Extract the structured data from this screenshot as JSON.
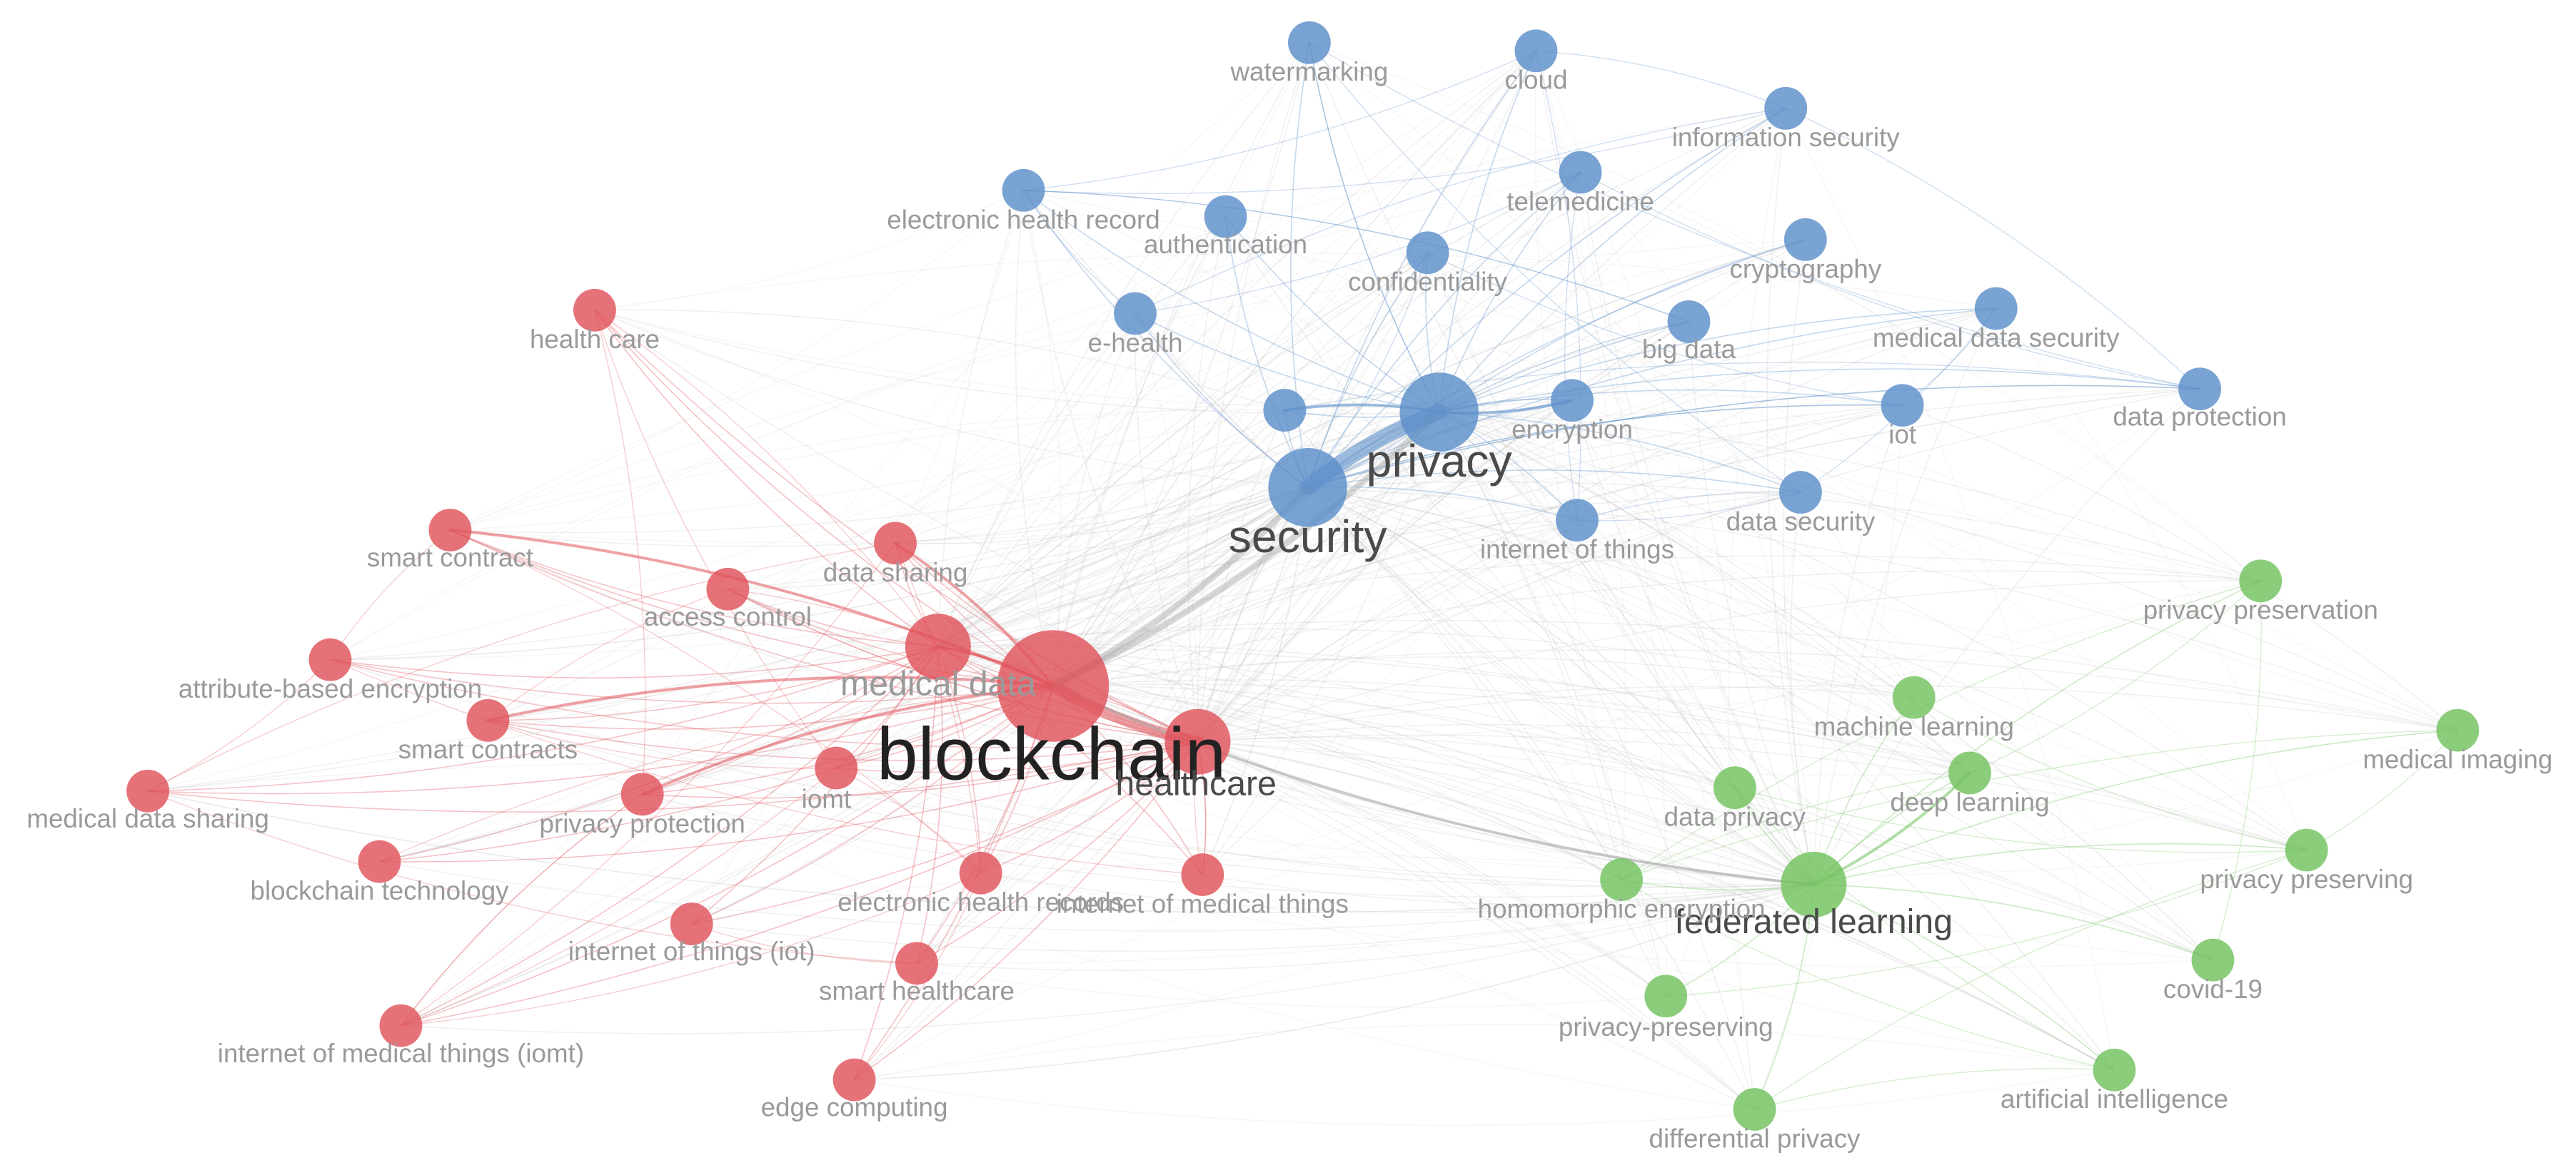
{
  "clusters": {
    "red": {
      "color": "#e0535b"
    },
    "blue": {
      "color": "#5b8fc9"
    },
    "green": {
      "color": "#71c25e"
    }
  },
  "nodes": {
    "blockchain": {
      "label": "blockchain",
      "cluster": "red",
      "weight": 5
    },
    "medical_data": {
      "label": "medical data",
      "cluster": "red",
      "weight": 2
    },
    "healthcare": {
      "label": "healthcare",
      "cluster": "red",
      "weight": 2
    },
    "health_care": {
      "label": "health care",
      "cluster": "red",
      "weight": 1
    },
    "smart_contract": {
      "label": "smart contract",
      "cluster": "red",
      "weight": 1
    },
    "access_control": {
      "label": "access control",
      "cluster": "red",
      "weight": 1
    },
    "data_sharing": {
      "label": "data sharing",
      "cluster": "red",
      "weight": 1
    },
    "attribute_based_encryption": {
      "label": "attribute-based encryption",
      "cluster": "red",
      "weight": 1
    },
    "smart_contracts": {
      "label": "smart contracts",
      "cluster": "red",
      "weight": 1
    },
    "medical_data_sharing": {
      "label": "medical data sharing",
      "cluster": "red",
      "weight": 1
    },
    "privacy_protection": {
      "label": "privacy protection",
      "cluster": "red",
      "weight": 1
    },
    "iomt": {
      "label": "iomt",
      "cluster": "red",
      "weight": 1
    },
    "blockchain_technology": {
      "label": "blockchain technology",
      "cluster": "red",
      "weight": 1
    },
    "electronic_health_records": {
      "label": "electronic health records",
      "cluster": "red",
      "weight": 1
    },
    "internet_of_medical_things": {
      "label": "internet of medical things",
      "cluster": "red",
      "weight": 1
    },
    "internet_of_things_iot": {
      "label": "internet of things (iot)",
      "cluster": "red",
      "weight": 1
    },
    "smart_healthcare": {
      "label": "smart healthcare",
      "cluster": "red",
      "weight": 1
    },
    "internet_of_medical_things_iomt": {
      "label": "internet of medical things (iomt)",
      "cluster": "red",
      "weight": 1
    },
    "edge_computing": {
      "label": "edge computing",
      "cluster": "red",
      "weight": 1
    },
    "privacy": {
      "label": "privacy",
      "cluster": "blue",
      "weight": 4
    },
    "security": {
      "label": "security",
      "cluster": "blue",
      "weight": 4
    },
    "watermarking": {
      "label": "watermarking",
      "cluster": "blue",
      "weight": 1
    },
    "cloud": {
      "label": "cloud",
      "cluster": "blue",
      "weight": 1
    },
    "information_security": {
      "label": "information security",
      "cluster": "blue",
      "weight": 1
    },
    "electronic_health_record": {
      "label": "electronic health record",
      "cluster": "blue",
      "weight": 1
    },
    "authentication": {
      "label": "authentication",
      "cluster": "blue",
      "weight": 1
    },
    "telemedicine": {
      "label": "telemedicine",
      "cluster": "blue",
      "weight": 1
    },
    "confidentiality": {
      "label": "confidentiality",
      "cluster": "blue",
      "weight": 1
    },
    "cryptography": {
      "label": "cryptography",
      "cluster": "blue",
      "weight": 1
    },
    "e_health": {
      "label": "e-health",
      "cluster": "blue",
      "weight": 1
    },
    "big_data": {
      "label": "big data",
      "cluster": "blue",
      "weight": 1
    },
    "medical_data_security": {
      "label": "medical data security",
      "cluster": "blue",
      "weight": 1
    },
    "encryption": {
      "label": "encryption",
      "cluster": "blue",
      "weight": 1
    },
    "iot": {
      "label": "iot",
      "cluster": "blue",
      "weight": 1
    },
    "data_protection": {
      "label": "data protection",
      "cluster": "blue",
      "weight": 1
    },
    "internet_of_things": {
      "label": "internet of things",
      "cluster": "blue",
      "weight": 1
    },
    "data_security": {
      "label": "data security",
      "cluster": "blue",
      "weight": 1
    },
    "unlabeled_blue": {
      "label": "",
      "cluster": "blue",
      "weight": 1
    },
    "federated_learning": {
      "label": "federated learning",
      "cluster": "green",
      "weight": 2
    },
    "privacy_preservation": {
      "label": "privacy preservation",
      "cluster": "green",
      "weight": 1
    },
    "machine_learning": {
      "label": "machine learning",
      "cluster": "green",
      "weight": 1
    },
    "medical_imaging": {
      "label": "medical imaging",
      "cluster": "green",
      "weight": 1
    },
    "data_privacy": {
      "label": "data privacy",
      "cluster": "green",
      "weight": 1
    },
    "deep_learning": {
      "label": "deep learning",
      "cluster": "green",
      "weight": 1
    },
    "privacy_preserving": {
      "label": "privacy preserving",
      "cluster": "green",
      "weight": 1
    },
    "homomorphic_encryption": {
      "label": "homomorphic encryption",
      "cluster": "green",
      "weight": 1
    },
    "covid_19": {
      "label": "covid-19",
      "cluster": "green",
      "weight": 1
    },
    "privacy_preserving_hyphen": {
      "label": "privacy-preserving",
      "cluster": "green",
      "weight": 1
    },
    "artificial_intelligence": {
      "label": "artificial intelligence",
      "cluster": "green",
      "weight": 1
    },
    "differential_privacy": {
      "label": "differential privacy",
      "cluster": "green",
      "weight": 1
    }
  },
  "strong_links": [
    [
      "privacy",
      "security"
    ],
    [
      "blockchain",
      "healthcare"
    ],
    [
      "blockchain",
      "security"
    ],
    [
      "blockchain",
      "privacy"
    ],
    [
      "blockchain",
      "medical_data"
    ],
    [
      "blockchain",
      "smart_contract"
    ],
    [
      "blockchain",
      "data_sharing"
    ],
    [
      "blockchain",
      "smart_contracts"
    ],
    [
      "blockchain",
      "privacy_protection"
    ],
    [
      "blockchain",
      "federated_learning"
    ],
    [
      "privacy",
      "unlabeled_blue"
    ],
    [
      "privacy",
      "encryption"
    ],
    [
      "federated_learning",
      "deep_learning"
    ]
  ]
}
